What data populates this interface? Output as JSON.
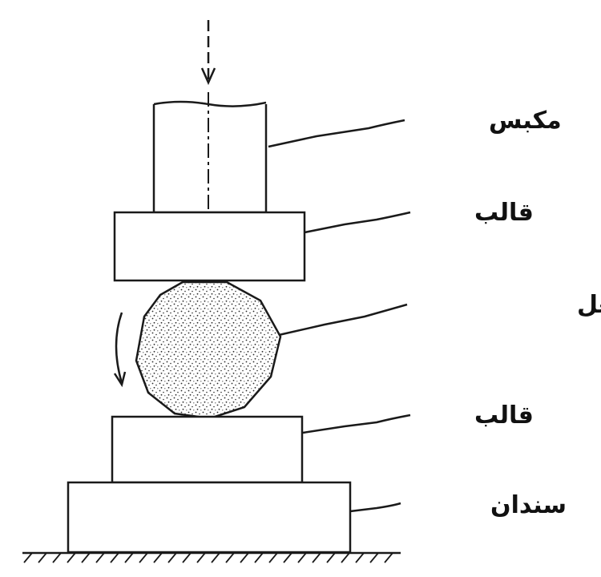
{
  "labels": {
    "press": "مكبس",
    "upper_die": "قالب",
    "workpiece": "قطعة الشغل",
    "lower_die": "قالب",
    "anvil": "سندان"
  },
  "colors": {
    "stroke": "#1a1a1a",
    "background": "#ffffff",
    "stipple": "#2a2a2a"
  }
}
